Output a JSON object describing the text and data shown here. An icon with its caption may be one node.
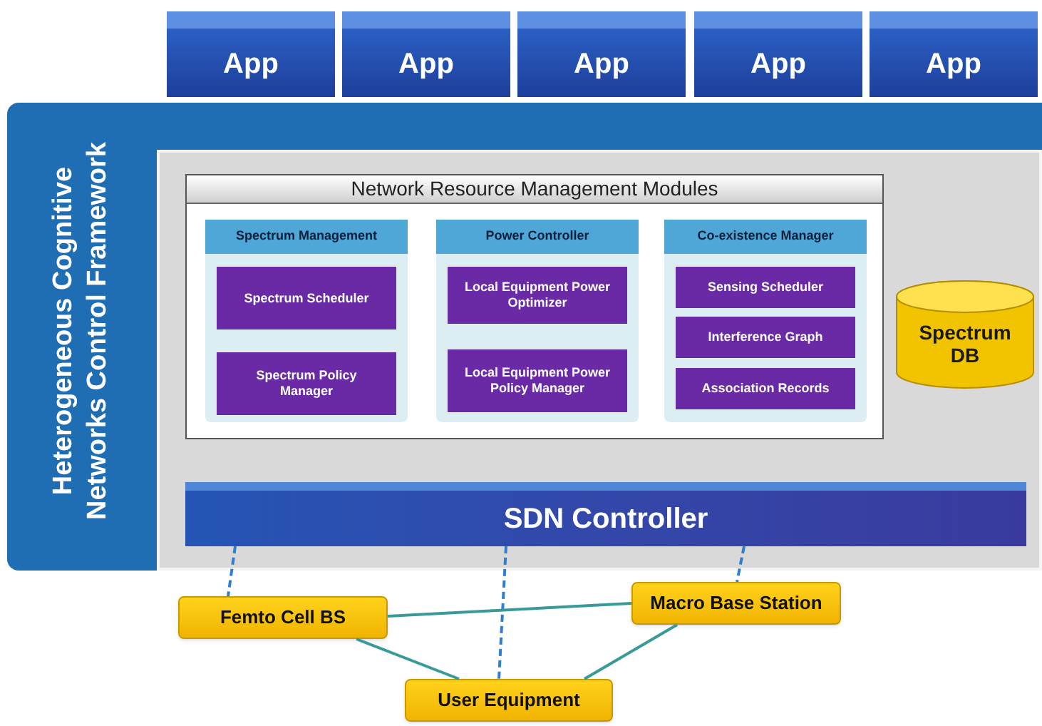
{
  "diagram": {
    "nodes": [
      {
        "text": [
          "App"
        ]
      },
      {
        "text": [
          "App"
        ]
      },
      {
        "text": [
          "App"
        ]
      },
      {
        "text": [
          "App"
        ]
      },
      {
        "text": [
          "App"
        ]
      },
      {
        "text": [
          "Heterogeneous Cognitive Networks Control Framework"
        ]
      },
      {
        "text": [
          "Network Resource Management Modules"
        ],
        "in": 5
      },
      {
        "text": [
          "Spectrum Management"
        ],
        "in": 6
      },
      {
        "text": [
          "Spectrum Scheduler"
        ],
        "in": 7
      },
      {
        "text": [
          "Spectrum Policy Manager"
        ],
        "in": 7
      },
      {
        "text": [
          "Power Controller"
        ],
        "in": 6
      },
      {
        "text": [
          "Local Equipment Power Optimizer"
        ],
        "in": 10
      },
      {
        "text": [
          "Local Equipment Power Policy Manager"
        ],
        "in": 10
      },
      {
        "text": [
          "Co-existence Manager"
        ],
        "in": 6
      },
      {
        "text": [
          "Sensing Scheduler"
        ],
        "in": 13
      },
      {
        "text": [
          "Interference Graph"
        ],
        "in": 13
      },
      {
        "text": [
          "Association Records"
        ],
        "in": 13
      },
      {
        "text": [
          "Spectrum DB"
        ],
        "in": 5
      },
      {
        "text": [
          "SDN Controller"
        ],
        "in": 5
      },
      {
        "text": [
          "Femto Cell BS"
        ]
      },
      {
        "text": [
          "Macro Base Station"
        ]
      },
      {
        "text": [
          "User Equipment"
        ]
      }
    ],
    "edges": [
      {
        "from": 18,
        "to": 19,
        "arrow": "none",
        "style": "dashed",
        "color": "#2f7fd0"
      },
      {
        "from": 18,
        "to": 21,
        "arrow": "none",
        "style": "dashed",
        "color": "#2f7fd0"
      },
      {
        "from": 18,
        "to": 20,
        "arrow": "none",
        "style": "dashed",
        "color": "#2f7fd0"
      },
      {
        "from": 19,
        "to": 20,
        "arrow": "none",
        "color": "#3a9a9a"
      },
      {
        "from": 19,
        "to": 21,
        "arrow": "none",
        "color": "#3a9a9a"
      },
      {
        "from": 20,
        "to": 21,
        "arrow": "none",
        "color": "#3a9a9a"
      }
    ]
  }
}
